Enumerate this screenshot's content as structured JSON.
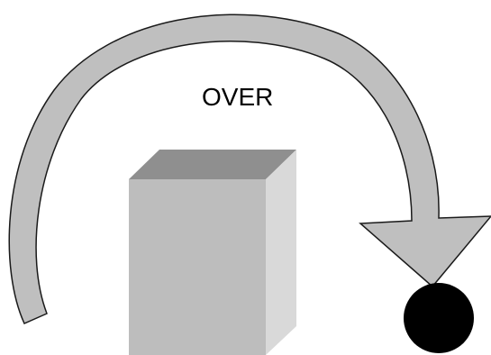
{
  "diagram": {
    "label": "OVER",
    "colors": {
      "background": "#ffffff",
      "arrow_fill": "#bfbfbf",
      "arrow_stroke": "#1a1a1a",
      "box_front": "#bdbdbd",
      "box_top": "#8f8f8f",
      "box_side": "#d9d9d9",
      "ball": "#000000"
    },
    "shapes": {
      "arrow": "curved-arrow-over",
      "box": "cube",
      "ball": "circle"
    }
  }
}
